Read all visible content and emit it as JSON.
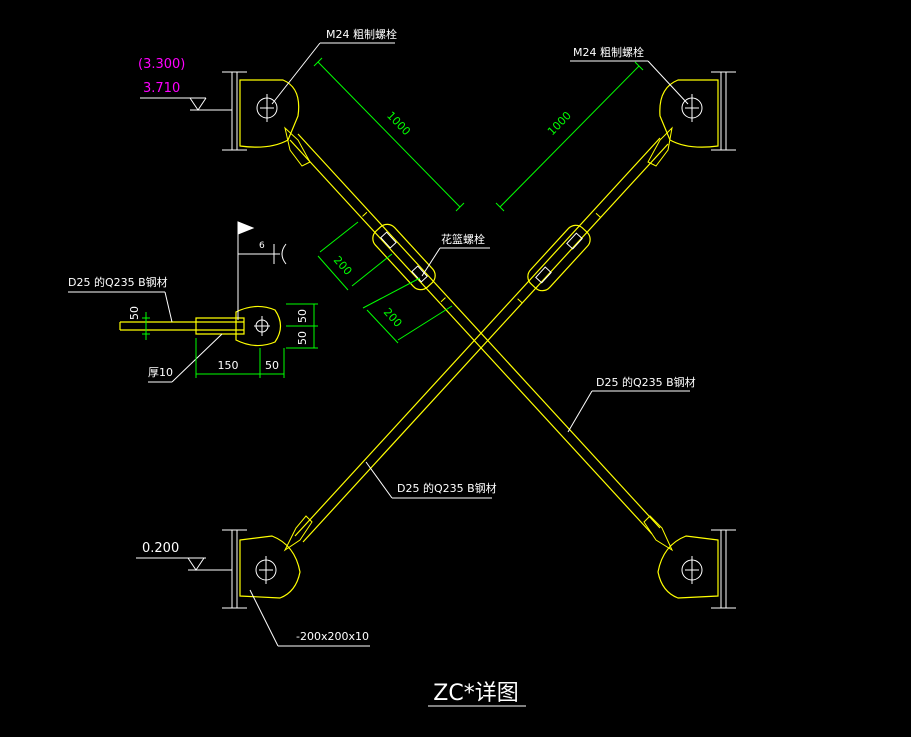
{
  "colors": {
    "background": "#000000",
    "member": "#ffff00",
    "dimension": "#00ff00",
    "leader": "#ffffff",
    "plate": "#ffffff",
    "elevation": "#ff00ff"
  },
  "labels": {
    "anchor_bolt_left": "M24 粗制螺栓",
    "anchor_bolt_right": "M24 粗制螺栓",
    "turnbuckle": "花篮螺栓",
    "rod_left_detail": "D25 的Q235 B钢材",
    "rod_right": "D25 的Q235 B钢材",
    "rod_center": "D25 的Q235 B钢材",
    "plate_thickness": "厚10",
    "base_plate": "-200x200x10",
    "title": "ZC*详图"
  },
  "elevations": {
    "top_alt": "(3.300)",
    "top": "3.710",
    "bottom": "0.200"
  },
  "dimensions": {
    "left_diag": "1000",
    "right_diag": "1000",
    "turnbuckle_a": "200",
    "turnbuckle_b": "200",
    "detail_width_main": "150",
    "detail_width_end": "50",
    "detail_height_top": "50",
    "detail_height_bottom": "50",
    "detail_rod_height": "50",
    "weld_size": "6"
  }
}
